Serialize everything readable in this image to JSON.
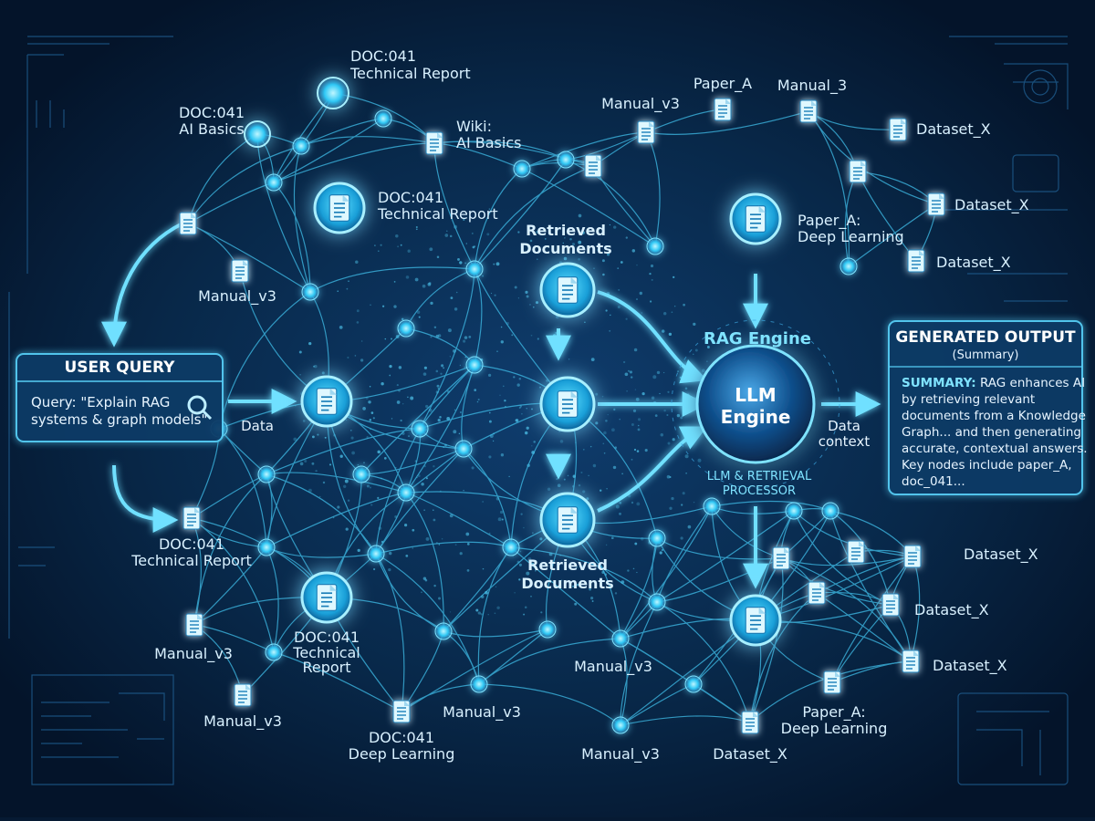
{
  "user_query": {
    "title": "USER QUERY",
    "line1": "Query: \"Explain RAG",
    "line2": "systems & graph models\""
  },
  "output": {
    "title": "GENERATED OUTPUT",
    "subtitle": "(Summary)",
    "summary_label": "SUMMARY:",
    "lines": [
      " RAG enhances AI",
      "by retrieving relevant",
      "documents from a Knowledge",
      "Graph... and then generating",
      "accurate, contextual answers.",
      "Key nodes include paper_A,",
      "doc_041..."
    ]
  },
  "engine": {
    "title": "RAG Engine",
    "core_line1": "LLM",
    "core_line2": "Engine",
    "caption_line1": "LLM & RETRIEVAL",
    "caption_line2": "PROCESSOR"
  },
  "edges": {
    "data": "Data",
    "data_context_1": "Data",
    "data_context_2": "context"
  },
  "labels": {
    "retrieved_top_1": "Retrieved",
    "retrieved_top_2": "Documents",
    "retrieved_bottom_1": "Retrieved",
    "retrieved_bottom_2": "Documents",
    "doc041_tr_top_1": "DOC:041",
    "doc041_tr_top_2": "Technical Report",
    "doc041_ai_1": "DOC:041",
    "doc041_ai_2": "AI Basics",
    "wiki_1": "Wiki:",
    "wiki_2": "AI Basics",
    "doc041_hub_1": "DOC:041",
    "doc041_hub_2": "Technical Report",
    "manual_left": "Manual_v3",
    "manual_top": "Manual_v3",
    "paper_a_top": "Paper_A",
    "manual_3": "Manual_3",
    "dataset_x_1": "Dataset_X",
    "dataset_x_2": "Dataset_X",
    "dataset_x_3": "Dataset_X",
    "paper_a_dl_1": "Paper_A:",
    "paper_a_dl_2": "Deep Learning",
    "doc041_tr_left_1": "DOC:041",
    "doc041_tr_left_2": "Technical Report",
    "manual_bl": "Manual_v3",
    "manual_bl2": "Manual_v3",
    "doc041_tr_bottom_1": "DOC:041",
    "doc041_tr_bottom_2": "Technical",
    "doc041_tr_bottom_3": "Report",
    "doc041_dl_1": "DOC:041",
    "doc041_dl_2": "Deep Learning",
    "manual_bc": "Manual_v3",
    "manual_bm": "Manual_v3",
    "manual_bb": "Manual_v3",
    "dataset_x_br1": "Dataset_X",
    "dataset_x_br2": "Dataset_X",
    "dataset_x_br3": "Dataset_X",
    "dataset_x_bb": "Dataset_X",
    "paper_a_dl_b1": "Paper_A:",
    "paper_a_dl_b2": "Deep Learning"
  }
}
